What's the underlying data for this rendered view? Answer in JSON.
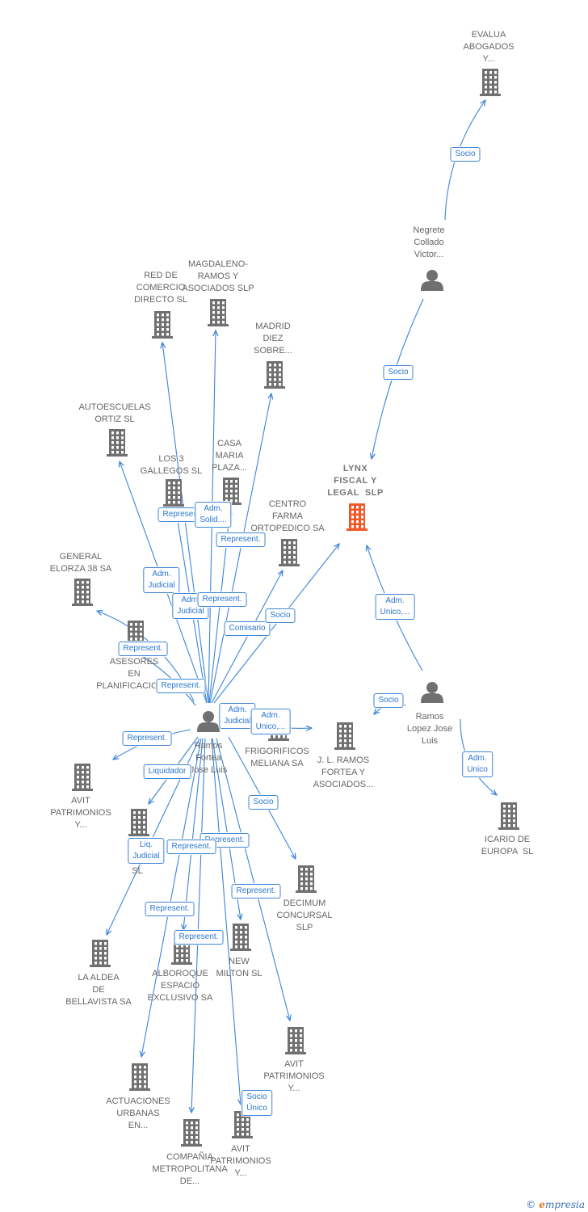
{
  "colors": {
    "edge": "#3d85d6",
    "node_building": "#707070",
    "node_focus": "#f0582a",
    "node_person": "#707070",
    "label_text": "#666666"
  },
  "nodes": [
    {
      "id": "evalua",
      "type": "company",
      "label": "EVALUA\nABOGADOS\nY..."
    },
    {
      "id": "negrete",
      "type": "person",
      "label": "Negrete\nCollado\nVictor..."
    },
    {
      "id": "lynx",
      "type": "company",
      "focus": true,
      "label": "LYNX\nFISCAL Y\nLEGAL  SLP"
    },
    {
      "id": "ramos_lopez",
      "type": "person",
      "label": "Ramos\nLopez Jose\nLuis"
    },
    {
      "id": "icario",
      "type": "company",
      "label": "ICARIO DE\nEUROPA  SL"
    },
    {
      "id": "red_comercio",
      "type": "company",
      "label": "RED DE\nCOMERCIO\nDIRECTO SL"
    },
    {
      "id": "magdaleno",
      "type": "company",
      "label": "MAGDALENO-\nRAMOS Y\nASOCIADOS SLP"
    },
    {
      "id": "madrid_diez",
      "type": "company",
      "label": "MADRID\nDIEZ\nSOBRE..."
    },
    {
      "id": "autoescuelas",
      "type": "company",
      "label": "AUTOESCUELAS\nORTIZ SL"
    },
    {
      "id": "los3",
      "type": "company",
      "label": "LOS 3\nGALLEGOS SL"
    },
    {
      "id": "casa_maria",
      "type": "company",
      "label": "CASA\nMARIA\nPLAZA..."
    },
    {
      "id": "centro_farma",
      "type": "company",
      "label": "CENTRO\nFARMA\nORTOPEDICO SA"
    },
    {
      "id": "general_elorza",
      "type": "company",
      "label": "GENERAL\nELORZA 38 SA"
    },
    {
      "id": "asesores",
      "type": "company",
      "label": "ASESORES\nEN\nPLANIFICACION..."
    },
    {
      "id": "ramos_fortea",
      "type": "person",
      "label": "Ramos\nFortea\nJose Luis"
    },
    {
      "id": "frigorificos",
      "type": "company",
      "label": "FRIGORIFICOS\nMELIANA SA"
    },
    {
      "id": "jl_ramos",
      "type": "company",
      "label": "J. L. RAMOS\nFORTEA Y\nASOCIADOS..."
    },
    {
      "id": "avit1",
      "type": "company",
      "label": "AVIT\nPATRIMONIOS\nY..."
    },
    {
      "id": "hpol",
      "type": "company",
      "label": "H...\nPO...\nSL"
    },
    {
      "id": "decimum",
      "type": "company",
      "label": "DECIMUM\nCONCURSAL\nSLP"
    },
    {
      "id": "la_aldea",
      "type": "company",
      "label": "LA ALDEA\nDE\nBELLAVISTA SA"
    },
    {
      "id": "alboroque",
      "type": "company",
      "label": "ALBOROQUE\nESPACIO\nEXCLUSIVO SA"
    },
    {
      "id": "new_milton",
      "type": "company",
      "label": "NEW\nMILTON SL"
    },
    {
      "id": "avit2",
      "type": "company",
      "label": "AVIT\nPATRIMONIOS\nY..."
    },
    {
      "id": "actuaciones",
      "type": "company",
      "label": "ACTUACIONES\nURBANAS\nEN..."
    },
    {
      "id": "compania",
      "type": "company",
      "label": "COMPAÑIA\nMETROPOLITANA\nDE..."
    },
    {
      "id": "avit3",
      "type": "company",
      "label": "AVIT\nPATRIMONIOS\nY..."
    }
  ],
  "relations": [
    {
      "from": "negrete",
      "to": "evalua",
      "label": "Socio"
    },
    {
      "from": "negrete",
      "to": "lynx",
      "label": "Socio"
    },
    {
      "from": "ramos_lopez",
      "to": "lynx",
      "label": "Adm.\nUnico,..."
    },
    {
      "from": "ramos_lopez",
      "to": "jl_ramos",
      "label": "Socio"
    },
    {
      "from": "ramos_lopez",
      "to": "icario",
      "label": "Adm.\nUnico"
    },
    {
      "from": "ramos_fortea",
      "to": "red_comercio",
      "label": "Represent."
    },
    {
      "from": "ramos_fortea",
      "to": "magdaleno",
      "label": "Adm.\nSolid...."
    },
    {
      "from": "ramos_fortea",
      "to": "madrid_diez",
      "label": "Represent."
    },
    {
      "from": "ramos_fortea",
      "to": "autoescuelas",
      "label": "Adm.\nJudicial"
    },
    {
      "from": "ramos_fortea",
      "to": "los3",
      "label": "Adm.\nJudicial"
    },
    {
      "from": "ramos_fortea",
      "to": "casa_maria",
      "label": "Represent."
    },
    {
      "from": "ramos_fortea",
      "to": "centro_farma",
      "label": "Comisario"
    },
    {
      "from": "ramos_fortea",
      "to": "lynx",
      "label": "Socio"
    },
    {
      "from": "ramos_fortea",
      "to": "general_elorza",
      "label": "Represent."
    },
    {
      "from": "ramos_fortea",
      "to": "asesores",
      "label": "Represent."
    },
    {
      "from": "ramos_fortea",
      "to": "frigorificos",
      "label": "Adm.\nJudicial"
    },
    {
      "from": "ramos_fortea",
      "to": "jl_ramos",
      "label": "Adm.\nUnico,..."
    },
    {
      "from": "ramos_fortea",
      "to": "avit1",
      "label": "Represent."
    },
    {
      "from": "ramos_fortea",
      "to": "hpol",
      "label": "Liquidador"
    },
    {
      "from": "ramos_fortea",
      "to": "decimum",
      "label": "Socio"
    },
    {
      "from": "ramos_fortea",
      "to": "la_aldea",
      "label": "Liq.\nJudicial"
    },
    {
      "from": "ramos_fortea",
      "to": "alboroque",
      "label": "Represent."
    },
    {
      "from": "ramos_fortea",
      "to": "new_milton",
      "label": "Represent."
    },
    {
      "from": "ramos_fortea",
      "to": "avit2",
      "label": "Represent."
    },
    {
      "from": "ramos_fortea",
      "to": "actuaciones",
      "label": "Represent."
    },
    {
      "from": "ramos_fortea",
      "to": "compania",
      "label": "Represent."
    },
    {
      "from": "ramos_fortea",
      "to": "avit3",
      "label": "Socio\nÚnico"
    }
  ],
  "watermark": {
    "copyright": "©",
    "brand_initial": "e",
    "brand_rest": "mpresia"
  }
}
